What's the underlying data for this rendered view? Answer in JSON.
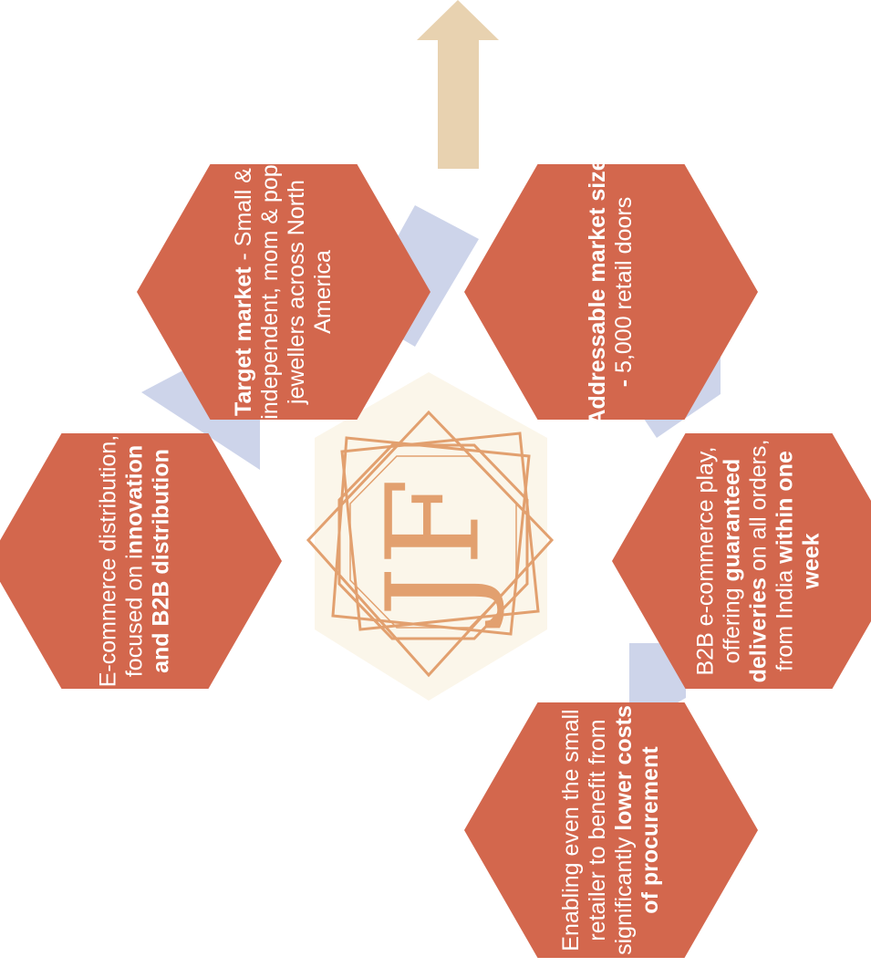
{
  "diagram": {
    "colors": {
      "hexagon_fill": "#D3674D",
      "hexagon_text": "#FFFFFF",
      "connector": "#CDD4EA",
      "arrow": "#E8D2B0",
      "logo_line": "#E2A06F",
      "logo_background": "#FBF6EA"
    },
    "logo": {
      "monogram": "JF"
    },
    "hexagons": [
      {
        "id": "target-market",
        "runs": [
          {
            "text": "Target market",
            "bold": true
          },
          {
            "text": " - Small & independent, mom & pop jewellers across North America",
            "bold": false
          }
        ]
      },
      {
        "id": "addressable-market",
        "runs": [
          {
            "text": "Addressable market size -",
            "bold": true
          },
          {
            "text": " 5,000 retail doors",
            "bold": false
          }
        ]
      },
      {
        "id": "ecommerce-distribution",
        "runs": [
          {
            "text": "E-commerce distribution, focused on i",
            "bold": false
          },
          {
            "text": "nnovation and B2B distribution",
            "bold": true
          }
        ]
      },
      {
        "id": "b2b-ecommerce-play",
        "runs": [
          {
            "text": "B2B e-commerce play, offering ",
            "bold": false
          },
          {
            "text": "guaranteed deliveries",
            "bold": true
          },
          {
            "text": " on all orders, from India ",
            "bold": false
          },
          {
            "text": "within one week",
            "bold": true
          }
        ]
      },
      {
        "id": "procurement",
        "runs": [
          {
            "text": "Enabling even the small retailer to benefit from significantly ",
            "bold": false
          },
          {
            "text": "lower costs of procurement",
            "bold": true
          }
        ]
      }
    ]
  }
}
